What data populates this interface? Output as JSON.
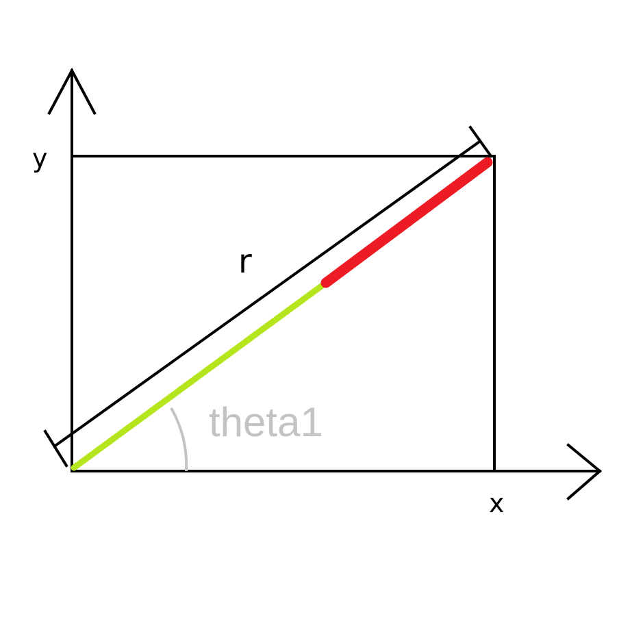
{
  "labels": {
    "y_axis": "y",
    "x_axis": "x",
    "radius": "r",
    "angle": "theta1"
  },
  "colors": {
    "background": "#ffffff",
    "lines": "#000000",
    "segment_inner": "#b5e61d",
    "segment_outer": "#ed1c24",
    "angle_arc": "#c3c3c3",
    "angle_text": "#c3c3c3"
  }
}
